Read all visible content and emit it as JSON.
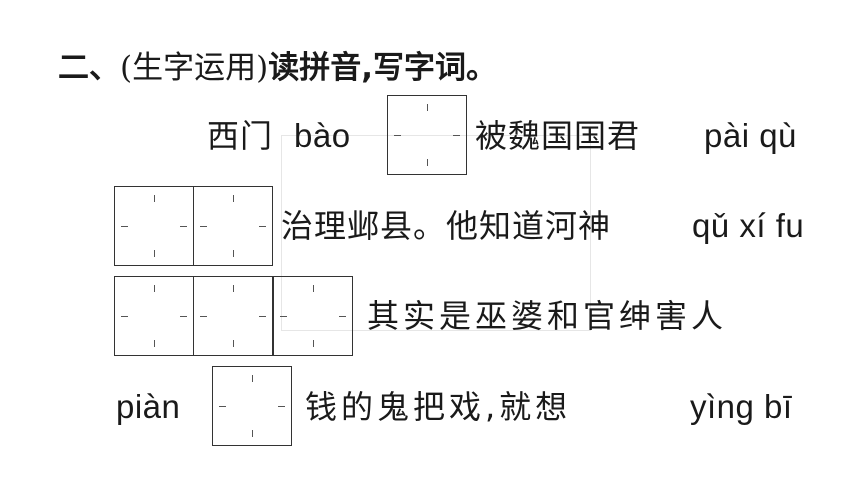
{
  "heading": {
    "number": "二、",
    "paren_text": "(生字运用)",
    "instruction": "读拼音,写字词。"
  },
  "lines": {
    "l1_a": "西门",
    "l1_py1": "bào",
    "l1_b": "被魏国国君",
    "l1_py2": "pài qù",
    "l2_a": "治理邺县。他知道河神",
    "l2_py": "qǔ xí fu",
    "l3_a": "其实是巫婆和官绅害人",
    "l4_py1": "piàn",
    "l4_a": "钱的鬼把戏,就想",
    "l4_py2": "yìng bī"
  }
}
